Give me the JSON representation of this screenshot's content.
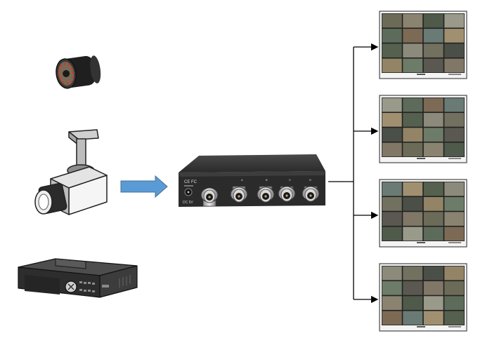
{
  "diagram": {
    "sources": [
      {
        "name": "ir-bullet-camera"
      },
      {
        "name": "box-camera"
      },
      {
        "name": "dvr-recorder"
      }
    ],
    "distributor": {
      "name": "bnc-video-distributor",
      "marks": "CE FC",
      "power_label": "DC 5V",
      "port_labels": [
        "A",
        "B",
        "C",
        "D"
      ]
    },
    "monitors": [
      {
        "name": "monitor-1"
      },
      {
        "name": "monitor-2"
      },
      {
        "name": "monitor-3"
      },
      {
        "name": "monitor-4"
      }
    ],
    "colors": {
      "arrow_fill": "#5b9bd5",
      "arrow_stroke": "#41719c",
      "line": "#000000",
      "device_body": "#2e2e2e",
      "bnc_silver": "#c9c9c9"
    },
    "grid_tiles": 16
  }
}
